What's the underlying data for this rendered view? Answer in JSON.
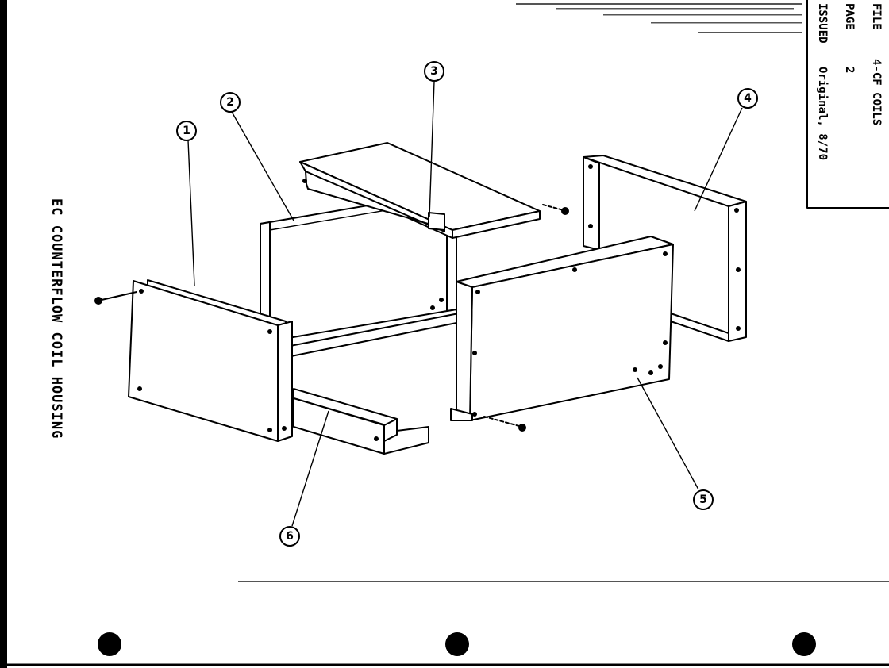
{
  "title": "EC COUNTERFLOW COIL HOUSING",
  "info_block": {
    "file_label": "FILE",
    "file_value": "4-CF COILS",
    "page_label": "PAGE",
    "page_value": "2",
    "issued_label": "ISSUED",
    "issued_value": "Original, 8/70"
  },
  "callouts": [
    "1",
    "2",
    "3",
    "4",
    "5",
    "6"
  ],
  "colors": {
    "ink": "#000000",
    "paper": "#ffffff"
  }
}
